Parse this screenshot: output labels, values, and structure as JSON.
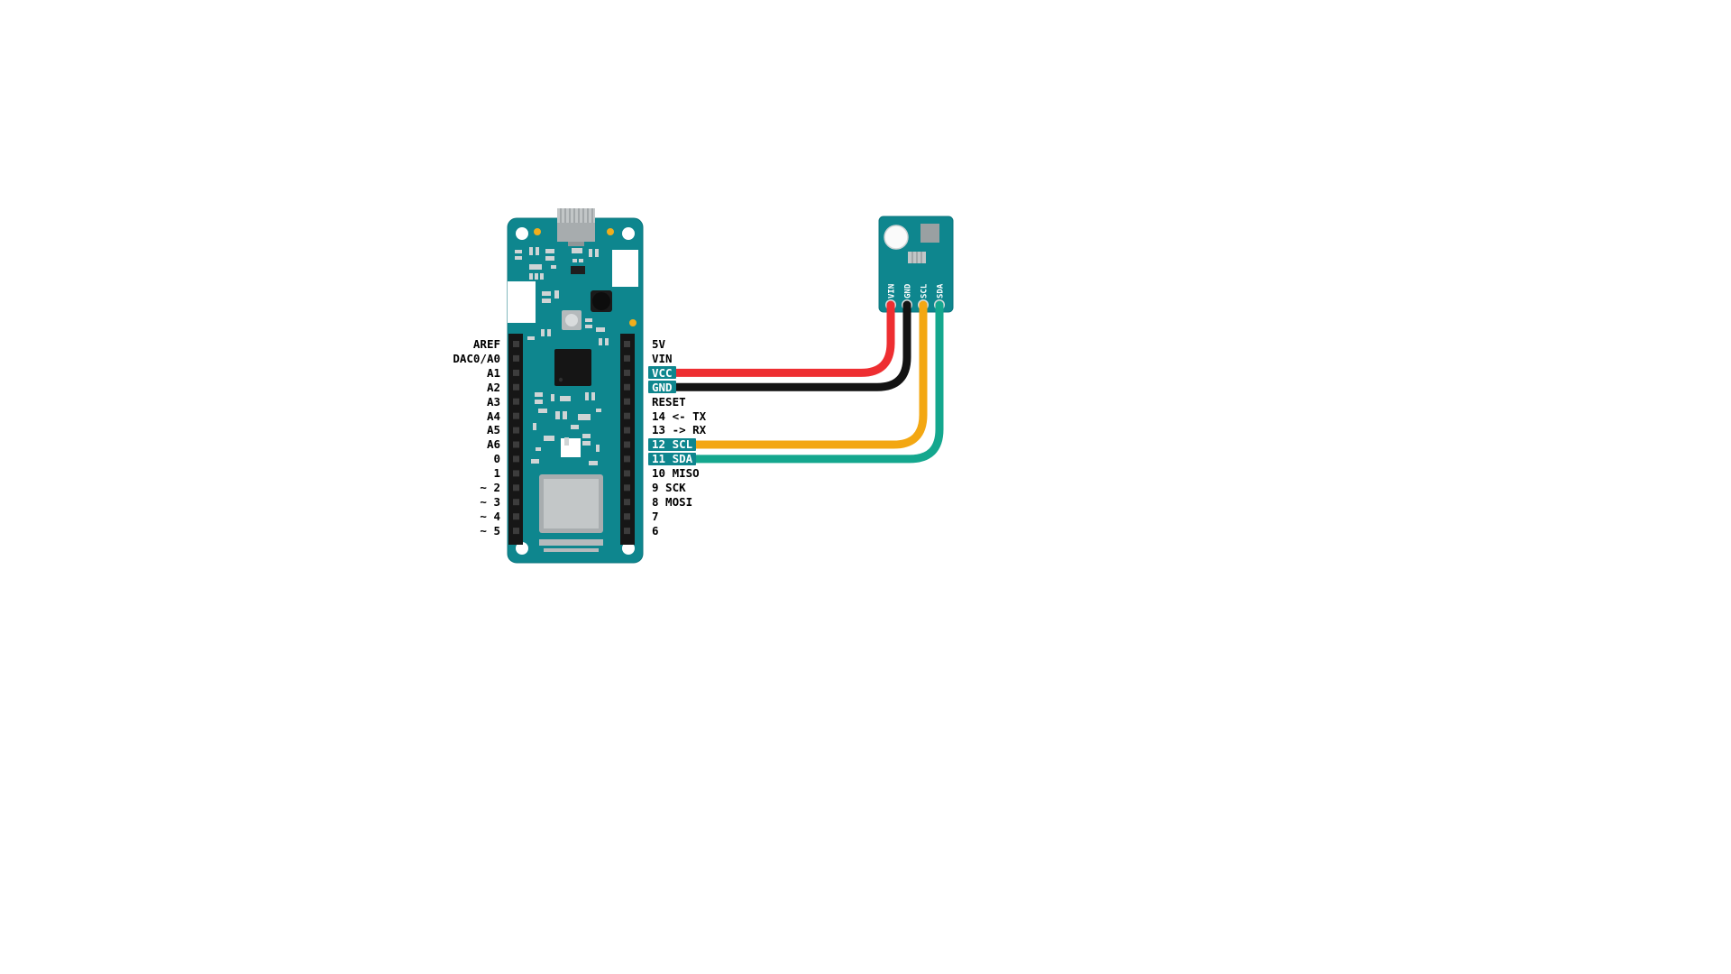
{
  "arduino": {
    "left_pins": [
      "AREF",
      "DAC0/A0",
      "A1",
      "A2",
      "A3",
      "A4",
      "A5",
      "A6",
      "0",
      "1",
      "~ 2",
      "~ 3",
      "~ 4",
      "~ 5"
    ],
    "right_pins": [
      "5V",
      "VIN",
      "VCC",
      "GND",
      "RESET",
      "14 <- TX",
      "13 -> RX",
      "12 SCL",
      "11 SDA",
      "10 MISO",
      "9 SCK",
      "8 MOSI",
      "7",
      "6"
    ]
  },
  "sensor": {
    "pins": [
      "VIN",
      "GND",
      "SCL",
      "SDA"
    ]
  },
  "wires": [
    {
      "from": "VCC",
      "to": "VIN",
      "color": "#ee2e31"
    },
    {
      "from": "GND",
      "to": "GND",
      "color": "#131313"
    },
    {
      "from": "12 SCL",
      "to": "SCL",
      "color": "#f3a712"
    },
    {
      "from": "11 SDA",
      "to": "SDA",
      "color": "#14a78e"
    }
  ],
  "colors": {
    "board_teal": "#0e868e",
    "badge_teal": "#0e868e",
    "background": "#ffffff"
  }
}
